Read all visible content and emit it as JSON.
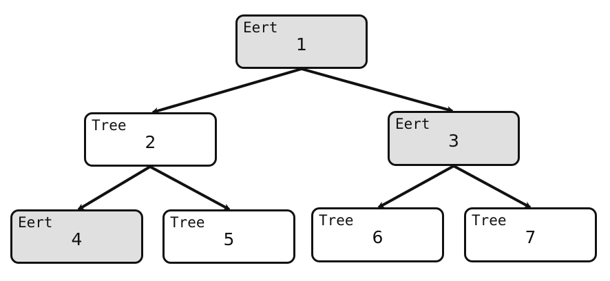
{
  "tree": {
    "nodes": [
      {
        "id": "n1",
        "kind": "Eert",
        "value": "1",
        "shaded": true
      },
      {
        "id": "n2",
        "kind": "Tree",
        "value": "2",
        "shaded": false
      },
      {
        "id": "n3",
        "kind": "Eert",
        "value": "3",
        "shaded": true
      },
      {
        "id": "n4",
        "kind": "Eert",
        "value": "4",
        "shaded": true
      },
      {
        "id": "n5",
        "kind": "Tree",
        "value": "5",
        "shaded": false
      },
      {
        "id": "n6",
        "kind": "Tree",
        "value": "6",
        "shaded": false
      },
      {
        "id": "n7",
        "kind": "Tree",
        "value": "7",
        "shaded": false
      }
    ],
    "edges": [
      {
        "from": "n1",
        "to": "n2"
      },
      {
        "from": "n1",
        "to": "n3"
      },
      {
        "from": "n2",
        "to": "n4"
      },
      {
        "from": "n2",
        "to": "n5"
      },
      {
        "from": "n3",
        "to": "n6"
      },
      {
        "from": "n3",
        "to": "n7"
      }
    ],
    "colors": {
      "stroke": "#111111",
      "shaded_fill": "#e0e0e0",
      "plain_fill": "#ffffff"
    }
  }
}
